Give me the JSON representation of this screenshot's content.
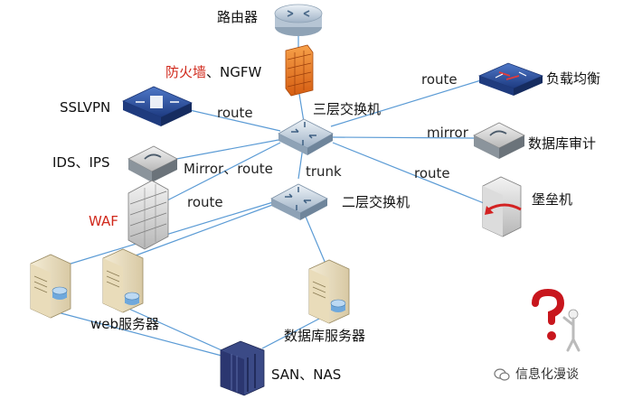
{
  "nodes": {
    "router": "路由器",
    "firewall_prefix": "防火墙",
    "firewall_suffix": "、NGFW",
    "l3_switch": "三层交换机",
    "sslvpn": "SSLVPN",
    "ids_ips": "IDS、IPS",
    "waf": "WAF",
    "l2_switch": "二层交换机",
    "load_balancer": "负载均衡",
    "db_audit": "数据库审计",
    "bastion": "堡垒机",
    "web_server": "web服务器",
    "db_server": "数据库服务器",
    "san_nas": "SAN、NAS"
  },
  "links": {
    "route_sslvpn": "route",
    "route_lb": "route",
    "mirror_audit": "mirror",
    "route_bastion": "route",
    "mirror_route_ids": "Mirror、route",
    "trunk": "trunk",
    "route_waf": "route"
  },
  "watermark": "信息化漫谈",
  "colors": {
    "line": "#5b9bd5",
    "device_blue": "#2c4f9e",
    "switch_light": "#c9d6e3",
    "firewall_orange": "#e9731c",
    "red_label": "#d0281b",
    "question_red": "#c8161d"
  }
}
